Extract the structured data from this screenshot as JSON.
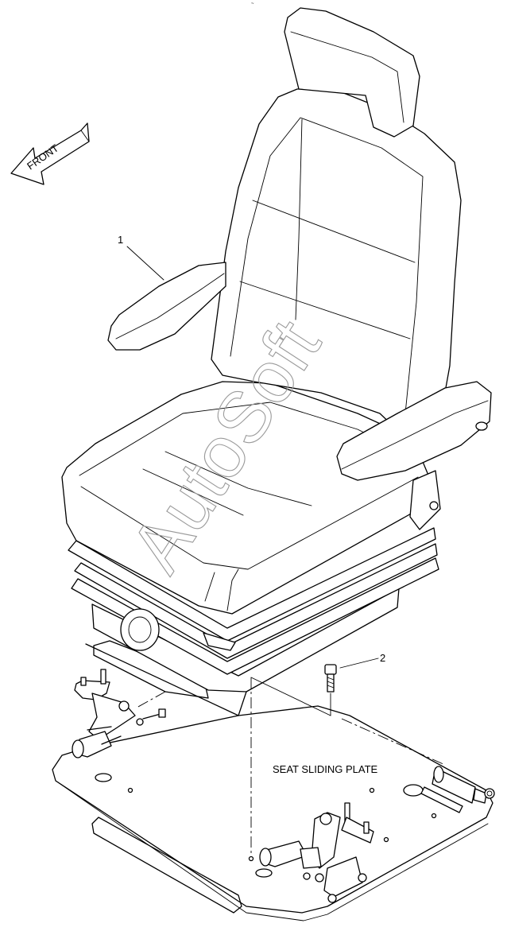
{
  "diagram": {
    "front_arrow_label": "FRONT",
    "callouts": [
      {
        "id": "callout-1",
        "text": "1"
      },
      {
        "id": "callout-2",
        "text": "2"
      }
    ],
    "plate_label": "SEAT SLIDING PLATE",
    "watermark": "AutoSoft",
    "tiny_mark": "~"
  }
}
